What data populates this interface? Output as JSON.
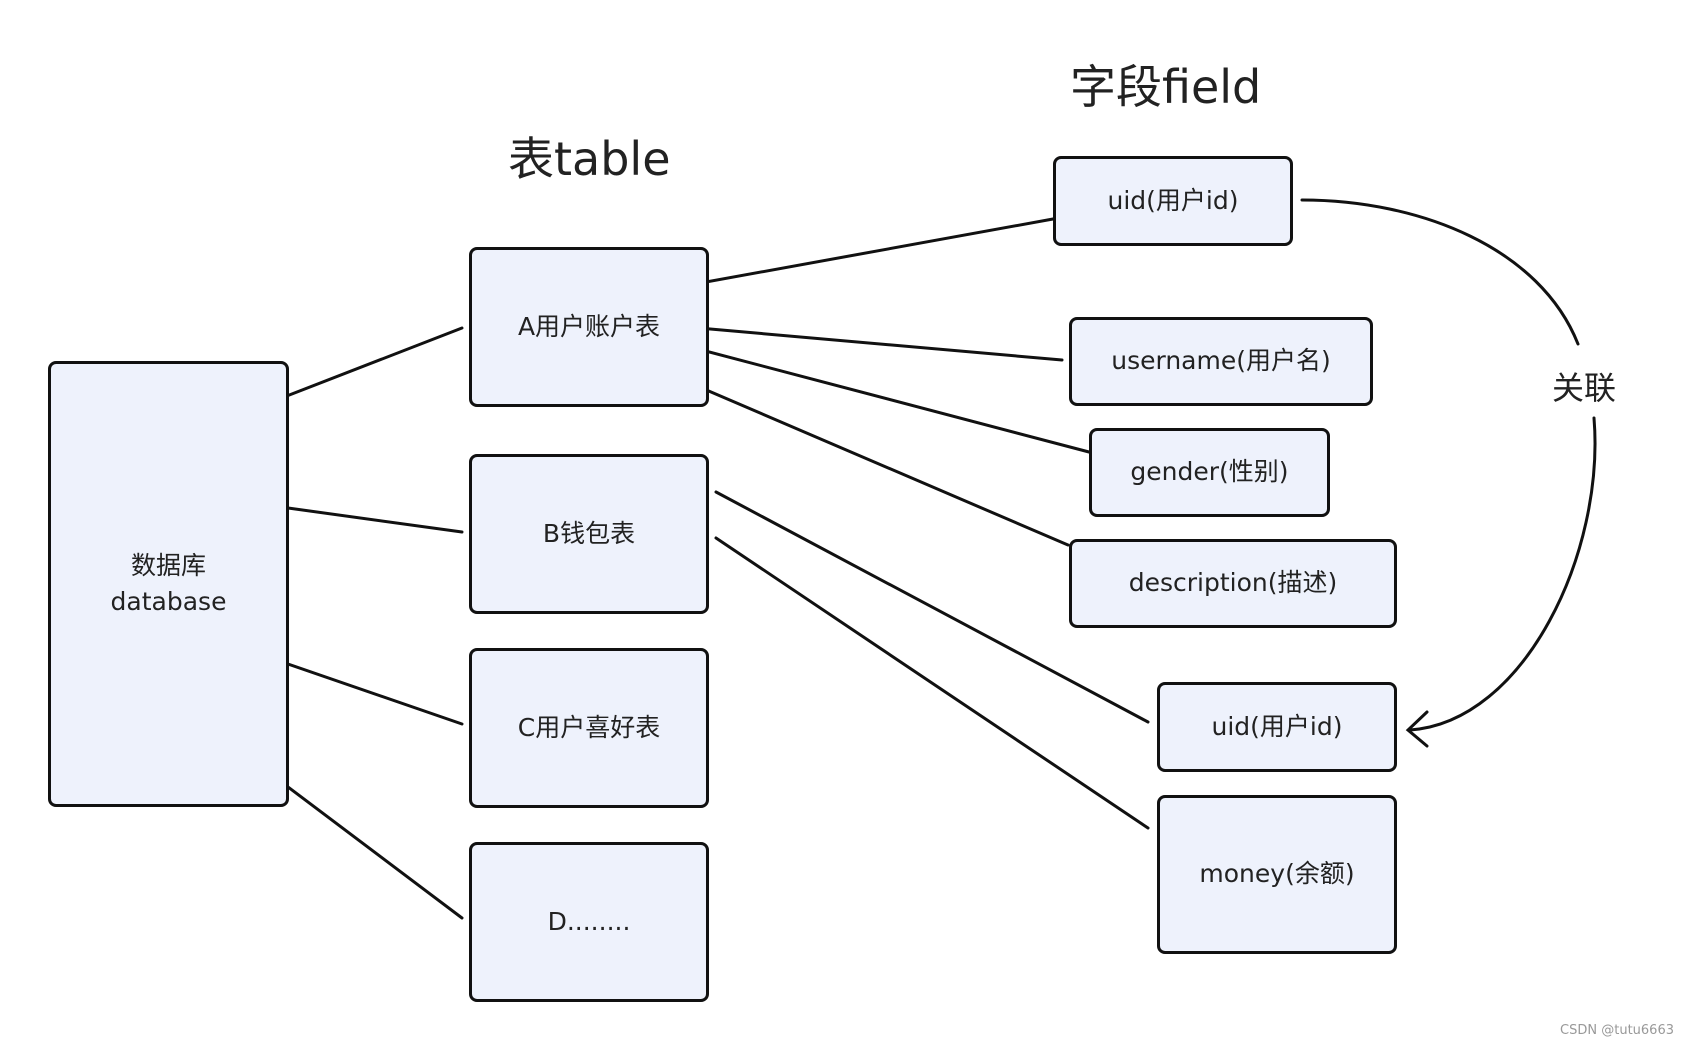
{
  "headings": {
    "table": "表table",
    "field": "字段field"
  },
  "nodes": {
    "database": {
      "line1": "数据库",
      "line2": "database"
    },
    "table_a": "A用户账户表",
    "table_b": "B钱包表",
    "table_c": "C用户喜好表",
    "table_d": "D........",
    "field_uid_a": "uid(用户id)",
    "field_username": "username(用户名)",
    "field_gender": "gender(性别)",
    "field_description": "description(描述)",
    "field_uid_b": "uid(用户id)",
    "field_money": "money(余额)"
  },
  "edges": {
    "relation_label": "关联"
  },
  "credit": "CSDN @tutu6663",
  "colors": {
    "node_fill": "#eef2fc",
    "stroke": "#111111"
  }
}
